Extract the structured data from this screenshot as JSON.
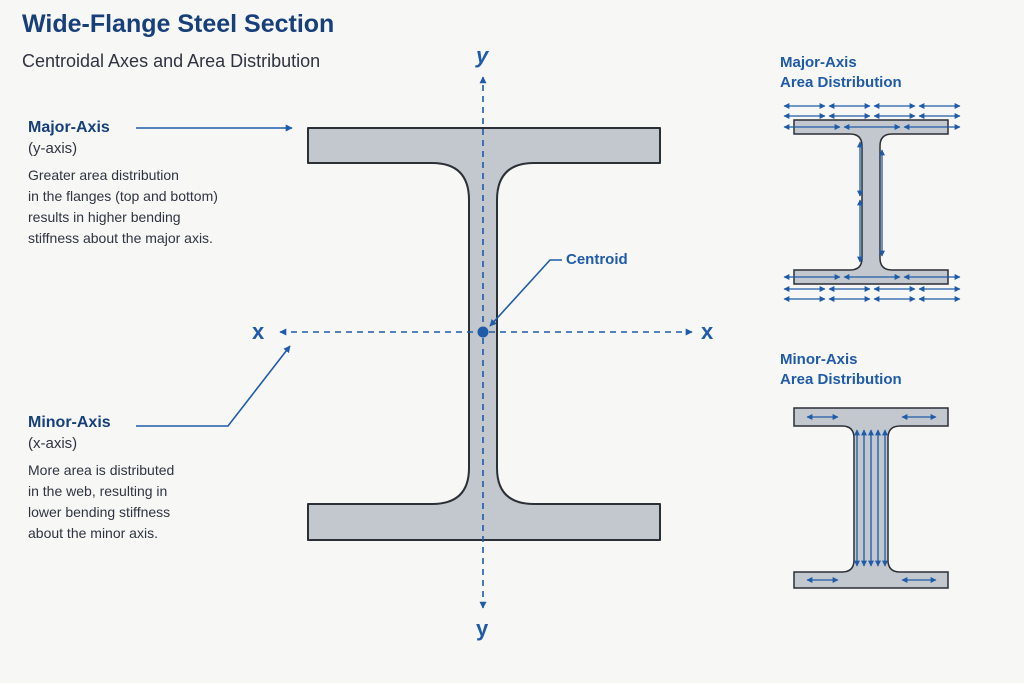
{
  "title": "Wide-Flange Steel Section",
  "subtitle": "Centroidal Axes and Area Distribution",
  "axes": {
    "y_top": "y",
    "y_bottom": "y",
    "x_left": "x",
    "x_right": "x"
  },
  "centroid_label": "Centroid",
  "major_note": {
    "heading": "Major-Axis",
    "axis": "(y-axis)",
    "lines": [
      "Greater area distribution",
      "in the flanges (top and bottom)",
      "results in higher bending",
      "stiffness about the major axis."
    ]
  },
  "minor_note": {
    "heading": "Minor-Axis",
    "axis": "(x-axis)",
    "lines": [
      "More area is distributed",
      "in the web, resulting in",
      "lower bending stiffness",
      "about the minor axis."
    ]
  },
  "major_panel": {
    "title_lines": [
      "Major-Axis",
      "Area Distribution"
    ]
  },
  "minor_panel": {
    "title_lines": [
      "Minor-Axis",
      "Area Distribution"
    ]
  },
  "colors": {
    "accent_blue": "#1f5ba8",
    "title_navy": "#173f7a",
    "steel_fill": "#c3c7ce",
    "outline": "#2b2f36",
    "text": "#2f3440",
    "background": "#f7f7f6"
  }
}
